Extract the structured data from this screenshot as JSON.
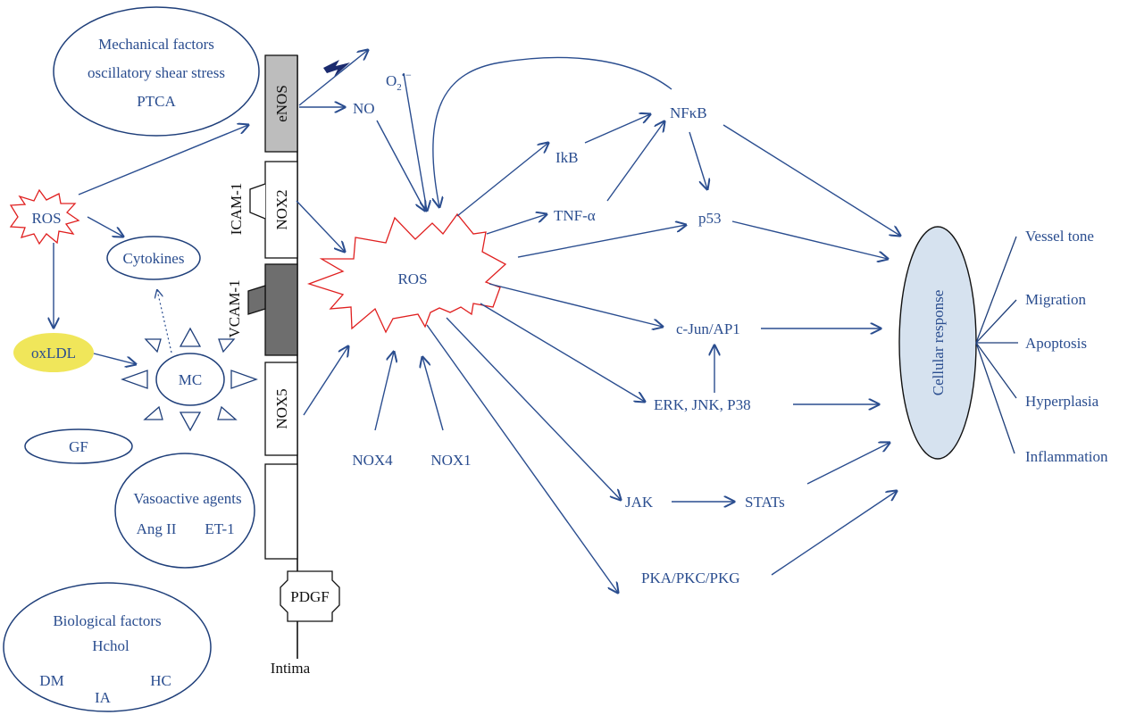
{
  "left": {
    "mechanical_factors": [
      "Mechanical factors",
      "oscillatory shear stress",
      "PTCA"
    ],
    "ros": "ROS",
    "cytokines": "Cytokines",
    "oxldl": "oxLDL",
    "mc": "MC",
    "gf": "GF",
    "vasoactive_title": "Vasoactive agents",
    "ang_ii": "Ang II",
    "et1": "ET-1",
    "biological_title": "Biological factors",
    "hchol": "Hchol",
    "dm": "DM",
    "ia": "IA",
    "hc": "HC"
  },
  "membrane": {
    "enos": "eNOS",
    "nox2": "NOX2",
    "icam1": "ICAM-1",
    "vcam1": "VCAM-1",
    "nox5": "NOX5",
    "pdgf": "PDGF",
    "intima": "Intima"
  },
  "center": {
    "o2": "O",
    "o2_sub": "2",
    "o2_sup": "•−",
    "no": "NO",
    "ros": "ROS",
    "nox4": "NOX4",
    "nox1": "NOX1"
  },
  "pathway": {
    "ikb": "IkB",
    "nfkb": "NFκB",
    "tnfa": "TNF-α",
    "p53": "p53",
    "cjun": "c-Jun/AP1",
    "erk": "ERK, JNK, P38",
    "jak": "JAK",
    "stats": "STATs",
    "pka": "PKA/PKC/PKG"
  },
  "response": {
    "cellular": "Cellular response",
    "outcomes": [
      "Vessel tone",
      "Migration",
      "Apoptosis",
      "Hyperplasia",
      "Inflammation"
    ]
  },
  "colors": {
    "text": "#2a4d8f",
    "ros_burst": "#e02020",
    "oxldl_fill": "#f0e65a",
    "cell_fill": "#d6e2ef",
    "enos_fill": "#bdbdbd",
    "vcam_fill": "#6e6e6e",
    "lightning": "#1a2a6e"
  }
}
